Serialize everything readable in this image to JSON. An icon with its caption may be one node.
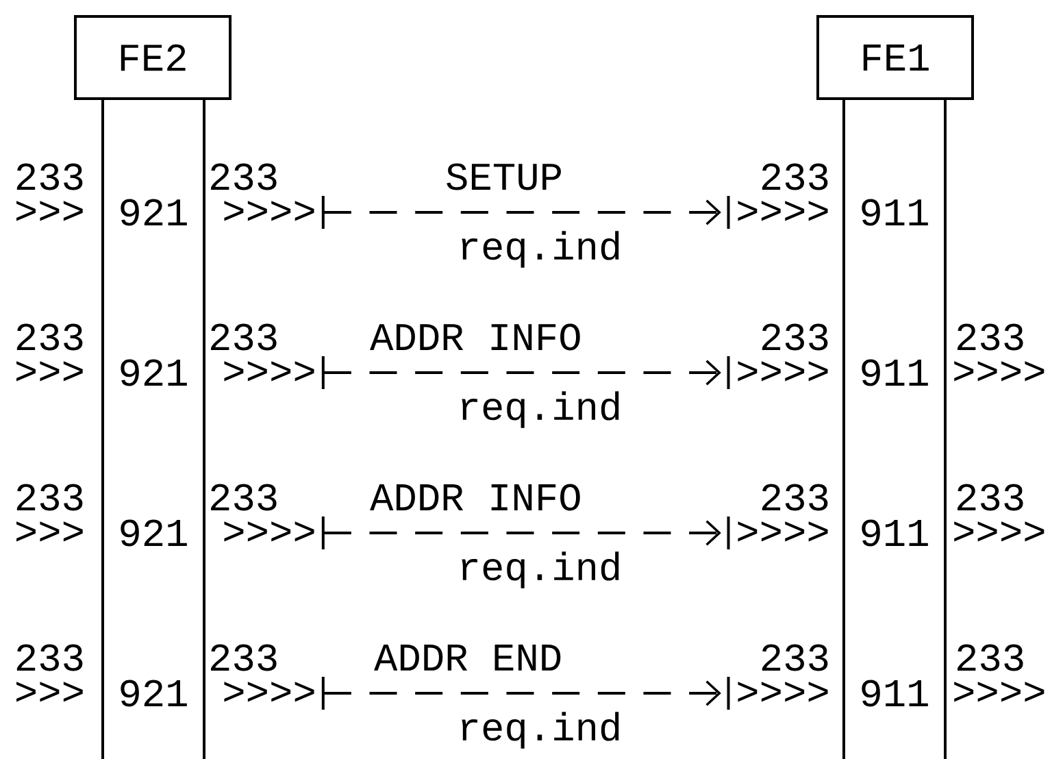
{
  "diagram": {
    "nodes": [
      {
        "text": [
          "FE2"
        ]
      },
      {
        "text": [
          "FE1"
        ]
      },
      {
        "text": [
          "921"
        ]
      },
      {
        "text": [
          ">>>>"
        ]
      },
      {
        "text": [
          ">>>>"
        ]
      },
      {
        "text": [
          "911"
        ]
      },
      {
        "text": [
          "921"
        ]
      },
      {
        "text": [
          ">>>>"
        ]
      },
      {
        "text": [
          ">>>>"
        ]
      },
      {
        "text": [
          "911"
        ]
      },
      {
        "text": [
          "921"
        ]
      },
      {
        "text": [
          ">>>>"
        ]
      },
      {
        "text": [
          ">>>>"
        ]
      },
      {
        "text": [
          "911"
        ]
      },
      {
        "text": [
          "921"
        ]
      },
      {
        "text": [
          ">>>>"
        ]
      },
      {
        "text": [
          ">>>>"
        ]
      },
      {
        "text": [
          "911"
        ]
      }
    ],
    "edges": [
      {
        "from": 3,
        "to": 4,
        "arrow": "to",
        "style": "dashed",
        "label": "SETUP"
      },
      {
        "from": 7,
        "to": 8,
        "arrow": "to",
        "style": "dashed",
        "label": "ADDR INFO"
      },
      {
        "from": 11,
        "to": 12,
        "arrow": "to",
        "style": "dashed",
        "label": "ADDR INFO"
      },
      {
        "from": 15,
        "to": 16,
        "arrow": "to",
        "style": "dashed",
        "label": "ADDR END"
      }
    ],
    "labels": [
      "233",
      "233",
      "233",
      ">>>",
      "req.ind",
      "233",
      "233",
      "233",
      "233",
      ">>>",
      ">>>>",
      "req.ind",
      "233",
      "233",
      "233",
      "233",
      ">>>",
      ">>>>",
      "req.ind",
      "233",
      "233",
      "233",
      "233",
      ">>>",
      ">>>>",
      "req.ind"
    ]
  }
}
